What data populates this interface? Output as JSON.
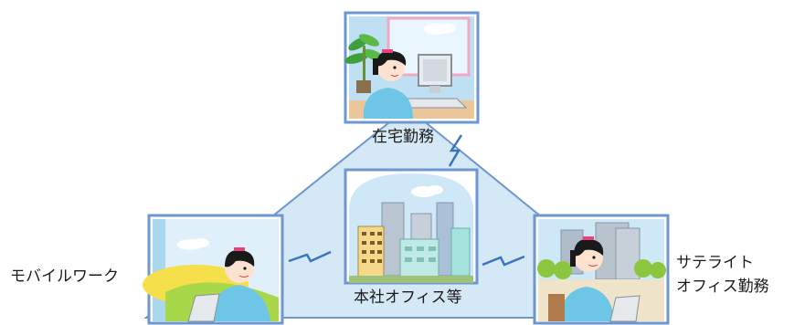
{
  "diagram": {
    "labels": {
      "home": "在宅勤務",
      "hq": "本社オフィス等",
      "mobile": "モバイルワーク",
      "satellite_line1": "サテライト",
      "satellite_line2": "オフィス勤務"
    },
    "colors": {
      "frame": "#6d97cf",
      "triangle_fill": "#d5e8f6",
      "triangle_stroke": "#6d97cf",
      "lightning": "#3a74bf",
      "sky": "#b6dcf2",
      "shirt": "#6ec6e6",
      "hair": "#1a1a1a",
      "ribbon": "#e8407a",
      "desk": "#eac79a",
      "tree": "#8cc63e"
    },
    "icons": [
      "lightning-icon",
      "woman-at-computer-icon",
      "city-buildings-icon",
      "cloud-icon",
      "plant-icon",
      "tree-icon"
    ]
  }
}
